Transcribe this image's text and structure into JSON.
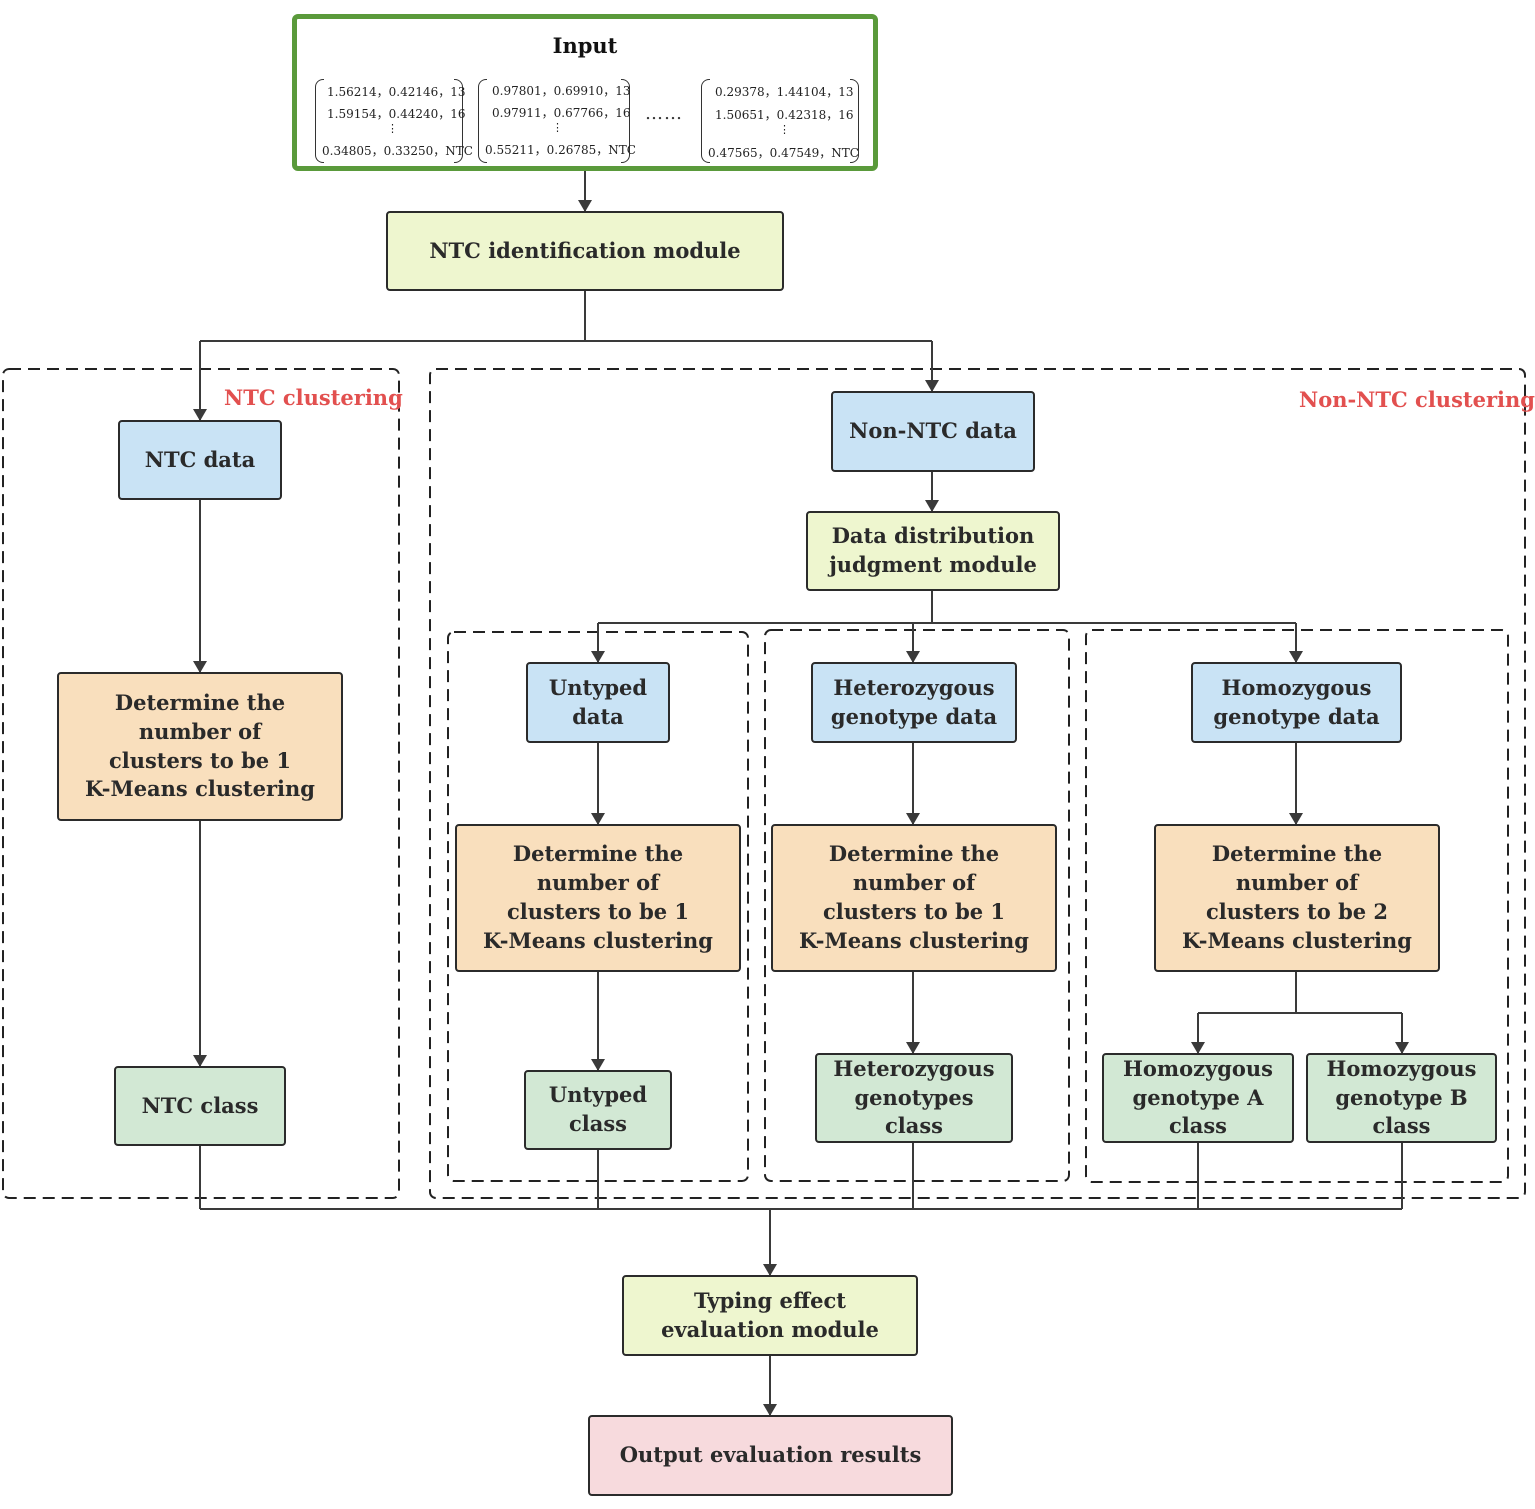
{
  "input": {
    "title": "Input",
    "matrices": [
      {
        "row1": "1.56214，0.42146，13",
        "row2": "1.59154，0.44240，16",
        "dots": "⋮",
        "row3": "0.34805，0.33250，NTC"
      },
      {
        "row1": "0.97801，0.69910，13",
        "row2": "0.97911，0.67766，16",
        "dots": "⋮",
        "row3": "0.55211，0.26785，NTC"
      },
      {
        "row1": "0.29378，1.44104，13",
        "row2": "1.50651，0.42318，16",
        "dots": "⋮",
        "row3": "0.47565，0.47549，NTC"
      }
    ],
    "ellipsis": "……"
  },
  "modules": {
    "ntc_identification": "NTC identification module",
    "data_distribution": "Data distribution\njudgment module",
    "typing_effect": "Typing effect\nevaluation module",
    "output": "Output evaluation results"
  },
  "regions": {
    "ntc": "NTC clustering",
    "non_ntc": "Non-NTC clustering"
  },
  "ntc_branch": {
    "data": "NTC data",
    "clustering": "Determine the\nnumber of\nclusters to be 1\nK-Means clustering",
    "class": "NTC class"
  },
  "non_ntc_data": "Non-NTC data",
  "untyped": {
    "data": "Untyped\ndata",
    "clustering": "Determine the\nnumber of\nclusters to be 1\nK-Means clustering",
    "class": "Untyped\nclass"
  },
  "heterozygous": {
    "data": "Heterozygous\ngenotype data",
    "clustering": "Determine the\nnumber of\nclusters to be 1\nK-Means clustering",
    "class": "Heterozygous\ngenotypes\nclass"
  },
  "homozygous": {
    "data": "Homozygous\ngenotype data",
    "clustering": "Determine the\nnumber of\nclusters to be 2\nK-Means clustering",
    "class_a": "Homozygous\ngenotype A\nclass",
    "class_b": "Homozygous\ngenotype B\nclass"
  },
  "colors": {
    "input_border": "#5a9a3b",
    "blue_box": "#c9e3f5",
    "yellow_box": "#eef6cf",
    "orange_box": "#f9dfbd",
    "green_box": "#d2e8d4",
    "pink_box": "#f7dadd",
    "region_label": "#e2504f"
  }
}
